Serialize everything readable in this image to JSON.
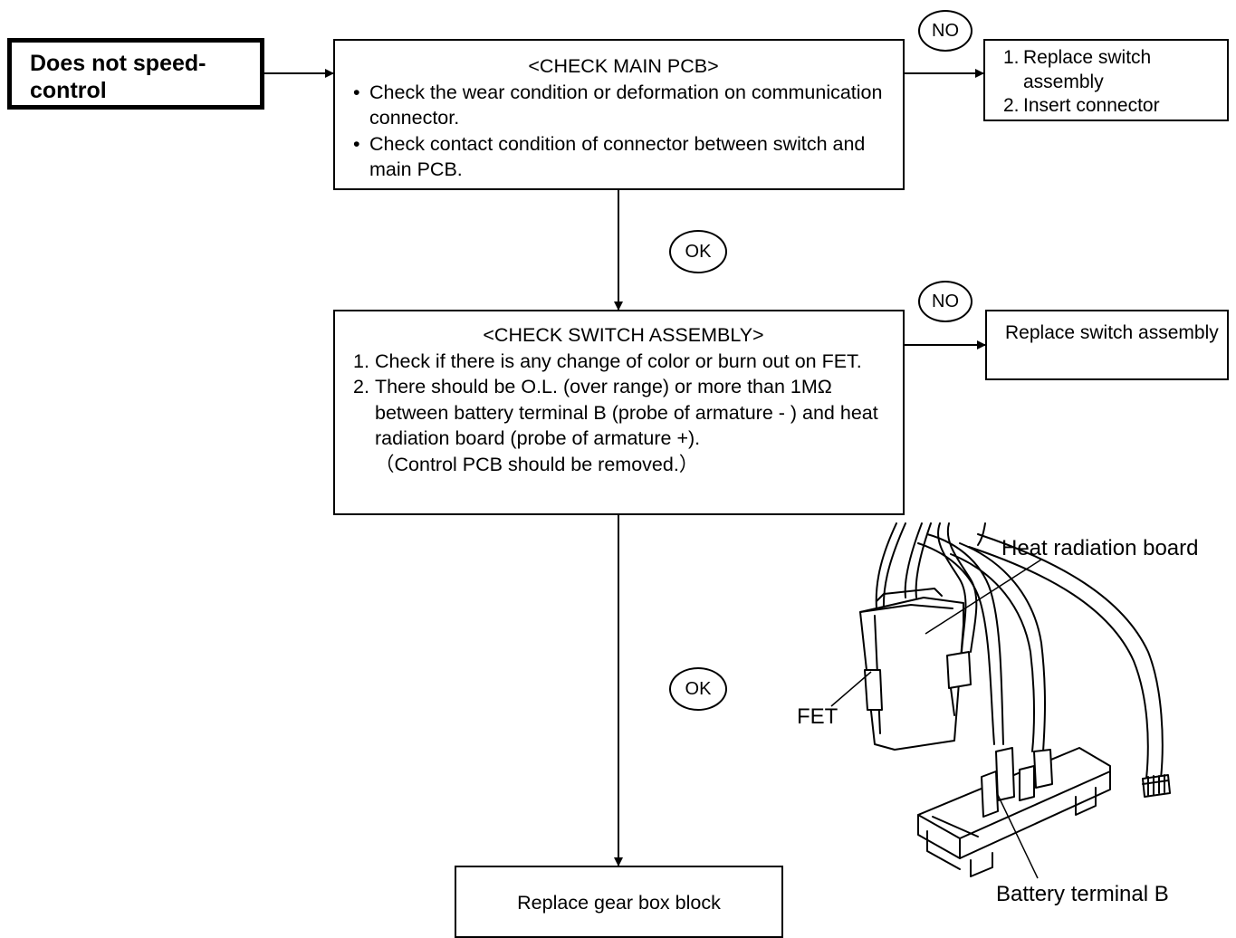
{
  "start": {
    "label_line1": "Does not speed-",
    "label_line2": "control"
  },
  "check_main_pcb": {
    "title": "<CHECK MAIN PCB>",
    "items": [
      "Check the wear condition or deformation on communication connector.",
      "Check contact condition of connector between switch and main PCB."
    ]
  },
  "main_pcb_no_action": {
    "items": [
      {
        "num": "1.",
        "text": "Replace switch assembly"
      },
      {
        "num": "2.",
        "text": "Insert connector"
      }
    ]
  },
  "check_switch_assembly": {
    "title": "<CHECK SWITCH ASSEMBLY>",
    "items": [
      {
        "num": "1.",
        "text": "Check if there is any change of color or burn out on FET."
      },
      {
        "num": "2.",
        "text": "There should be O.L. (over range) or more than 1MΩ between battery terminal B (probe of armature - ) and heat radiation board (probe of armature +)."
      }
    ],
    "note": "（Control PCB should be removed.）"
  },
  "switch_no_action": {
    "text": "Replace switch assembly"
  },
  "final_action": {
    "text": "Replace gear box block"
  },
  "badges": {
    "ok": "OK",
    "no": "NO"
  },
  "figure_labels": {
    "heat_radiation_board": "Heat radiation board",
    "fet": "FET",
    "battery_terminal_b": "Battery terminal B"
  }
}
